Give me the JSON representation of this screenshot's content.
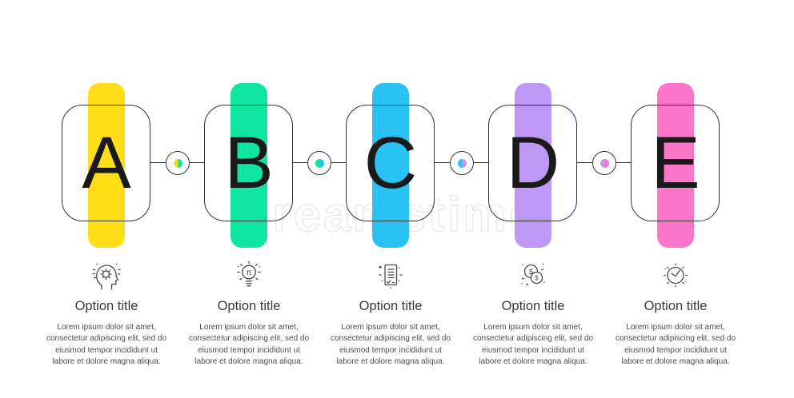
{
  "canvas": {
    "background": "#ffffff"
  },
  "watermark": {
    "text": "dreamstime",
    "stroke_color": "#e8e8e8"
  },
  "steps": [
    {
      "letter": "A",
      "bar_color": "#FFDD17",
      "icon": "mind-gear-icon",
      "title": "Option title",
      "description_lines": [
        "Lorem ipsum dolor sit amet,",
        "consectetur adipiscing elit, sed do",
        "eiusmod tempor incididunt ut",
        "labore et dolore magna aliqua."
      ]
    },
    {
      "letter": "B",
      "bar_color": "#0EE5A0",
      "icon": "idea-bulb-icon",
      "title": "Option title",
      "description_lines": [
        "Lorem ipsum dolor sit amet,",
        "consectetur adipiscing elit, sed do",
        "eiusmod tempor incididunt ut",
        "labore et dolore magna aliqua."
      ]
    },
    {
      "letter": "C",
      "bar_color": "#2AC2F2",
      "icon": "report-check-icon",
      "title": "Option title",
      "description_lines": [
        "Lorem ipsum dolor sit amet,",
        "consectetur adipiscing elit, sed do",
        "eiusmod tempor incididunt ut",
        "labore et dolore magna aliqua."
      ]
    },
    {
      "letter": "D",
      "bar_color": "#BF97F5",
      "icon": "coins-dollar-icon",
      "title": "Option title",
      "description_lines": [
        "Lorem ipsum dolor sit amet,",
        "consectetur adipiscing elit, sed do",
        "eiusmod tempor incididunt ut",
        "labore et dolore magna aliqua."
      ]
    },
    {
      "letter": "E",
      "bar_color": "#FB76C8",
      "icon": "clock-icon",
      "title": "Option title",
      "description_lines": [
        "Lorem ipsum dolor sit amet,",
        "consectetur adipiscing elit, sed do",
        "eiusmod tempor incididunt ut",
        "labore et dolore magna aliqua."
      ]
    }
  ],
  "connectors": [
    {
      "between": "A-B",
      "dot_colors": [
        "#FFDD17",
        "#0EE5A0"
      ]
    },
    {
      "between": "B-C",
      "dot_colors": [
        "#0EE5A0",
        "#2AC2F2"
      ]
    },
    {
      "between": "C-D",
      "dot_colors": [
        "#2AC2F2",
        "#BF97F5"
      ]
    },
    {
      "between": "D-E",
      "dot_colors": [
        "#BF97F5",
        "#FB76C8"
      ]
    }
  ]
}
